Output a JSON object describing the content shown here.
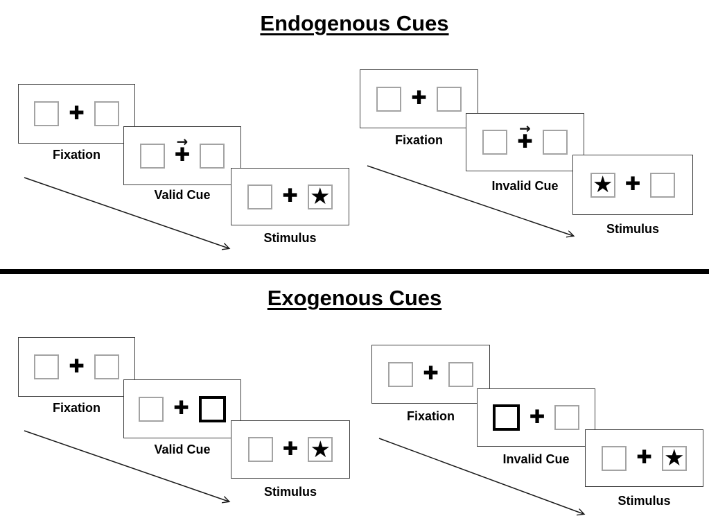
{
  "figure": {
    "kind": "Posner cueing paradigm diagram",
    "background": "#ffffff"
  },
  "icons": {
    "fixation_cross": "✚",
    "cue_arrow": "→",
    "star": "★"
  },
  "colors": {
    "panel_border": "#3d3d3d",
    "placeholder_box_border": "#a3a3a3",
    "exogenous_cue_box_border": "#000000",
    "text": "#000000",
    "divider": "#000000",
    "timeline_arrow": "#1a1a1a"
  },
  "sections": [
    {
      "title": "Endogenous Cues",
      "cue_style": "central arrow above fixation cross",
      "groups": [
        {
          "condition": "valid",
          "cue_direction": "right",
          "stimulus_side": "right",
          "panels": [
            {
              "label": "Fixation"
            },
            {
              "label": "Valid Cue"
            },
            {
              "label": "Stimulus"
            }
          ]
        },
        {
          "condition": "invalid",
          "cue_direction": "right",
          "stimulus_side": "left",
          "panels": [
            {
              "label": "Fixation"
            },
            {
              "label": "Invalid Cue"
            },
            {
              "label": "Stimulus"
            }
          ]
        }
      ]
    },
    {
      "title": "Exogenous Cues",
      "cue_style": "peripheral thick box outline",
      "groups": [
        {
          "condition": "valid",
          "cue_side": "right",
          "stimulus_side": "right",
          "panels": [
            {
              "label": "Fixation"
            },
            {
              "label": "Valid Cue"
            },
            {
              "label": "Stimulus"
            }
          ]
        },
        {
          "condition": "invalid",
          "cue_side": "left",
          "stimulus_side": "right",
          "panels": [
            {
              "label": "Fixation"
            },
            {
              "label": "Invalid Cue"
            },
            {
              "label": "Stimulus"
            }
          ]
        }
      ]
    }
  ]
}
